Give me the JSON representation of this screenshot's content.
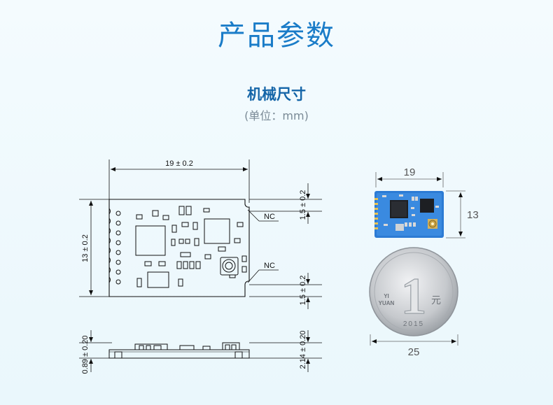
{
  "header": {
    "title": "产品参数",
    "subtitle": "机械尺寸",
    "unit_note": "(单位：mm)"
  },
  "drawing": {
    "width_dim": "19 ± 0.2",
    "height_dim": "13 ± 0.2",
    "pin_offset_top": "1.5 ± 0.2",
    "pin_offset_bottom": "1.5 ± 0.2",
    "nc_label_top": "NC",
    "nc_label_bottom": "NC",
    "side_thickness_left": "0.89 ± 0.20",
    "side_thickness_right": "2.14 ± 0.20"
  },
  "photo": {
    "width_label": "19",
    "height_label": "13",
    "coin_width_label": "25",
    "coin_text": {
      "yi": "YI",
      "yuan_pinyin": "YUAN",
      "yuan_hanzi": "元",
      "year": "2015",
      "digit": "1"
    }
  },
  "colors": {
    "title": "#1a7cc8",
    "subtitle": "#1565a8",
    "pcb_blue": "#2f7fd6",
    "coin_silver": "#c9ccd0"
  }
}
